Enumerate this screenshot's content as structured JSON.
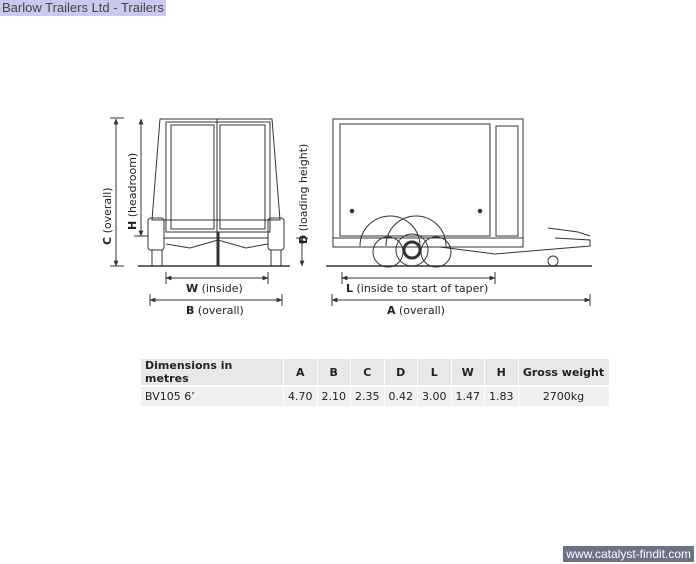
{
  "window": {
    "title": "Barlow Trailers Ltd - Trailers"
  },
  "diagram": {
    "rear_labels": {
      "C": "C",
      "C_text": " (overall)",
      "H": "H",
      "H_text": " (headroom)",
      "W": "W",
      "W_text": " (inside)",
      "B": "B",
      "B_text": " (overall)"
    },
    "side_labels": {
      "D": "D",
      "D_text": " (loading height)",
      "L": "L",
      "L_text": " (inside to start of taper)",
      "A": "A",
      "A_text": " (overall)"
    }
  },
  "table": {
    "headers": [
      "Dimensions in metres",
      "A",
      "B",
      "C",
      "D",
      "L",
      "W",
      "H",
      "Gross weight"
    ],
    "rows": [
      [
        "BV105 6’",
        "4.70",
        "2.10",
        "2.35",
        "0.42",
        "3.00",
        "1.47",
        "1.83",
        "2700kg"
      ]
    ]
  },
  "footer": {
    "watermark": "www.catalyst-findit.com"
  }
}
